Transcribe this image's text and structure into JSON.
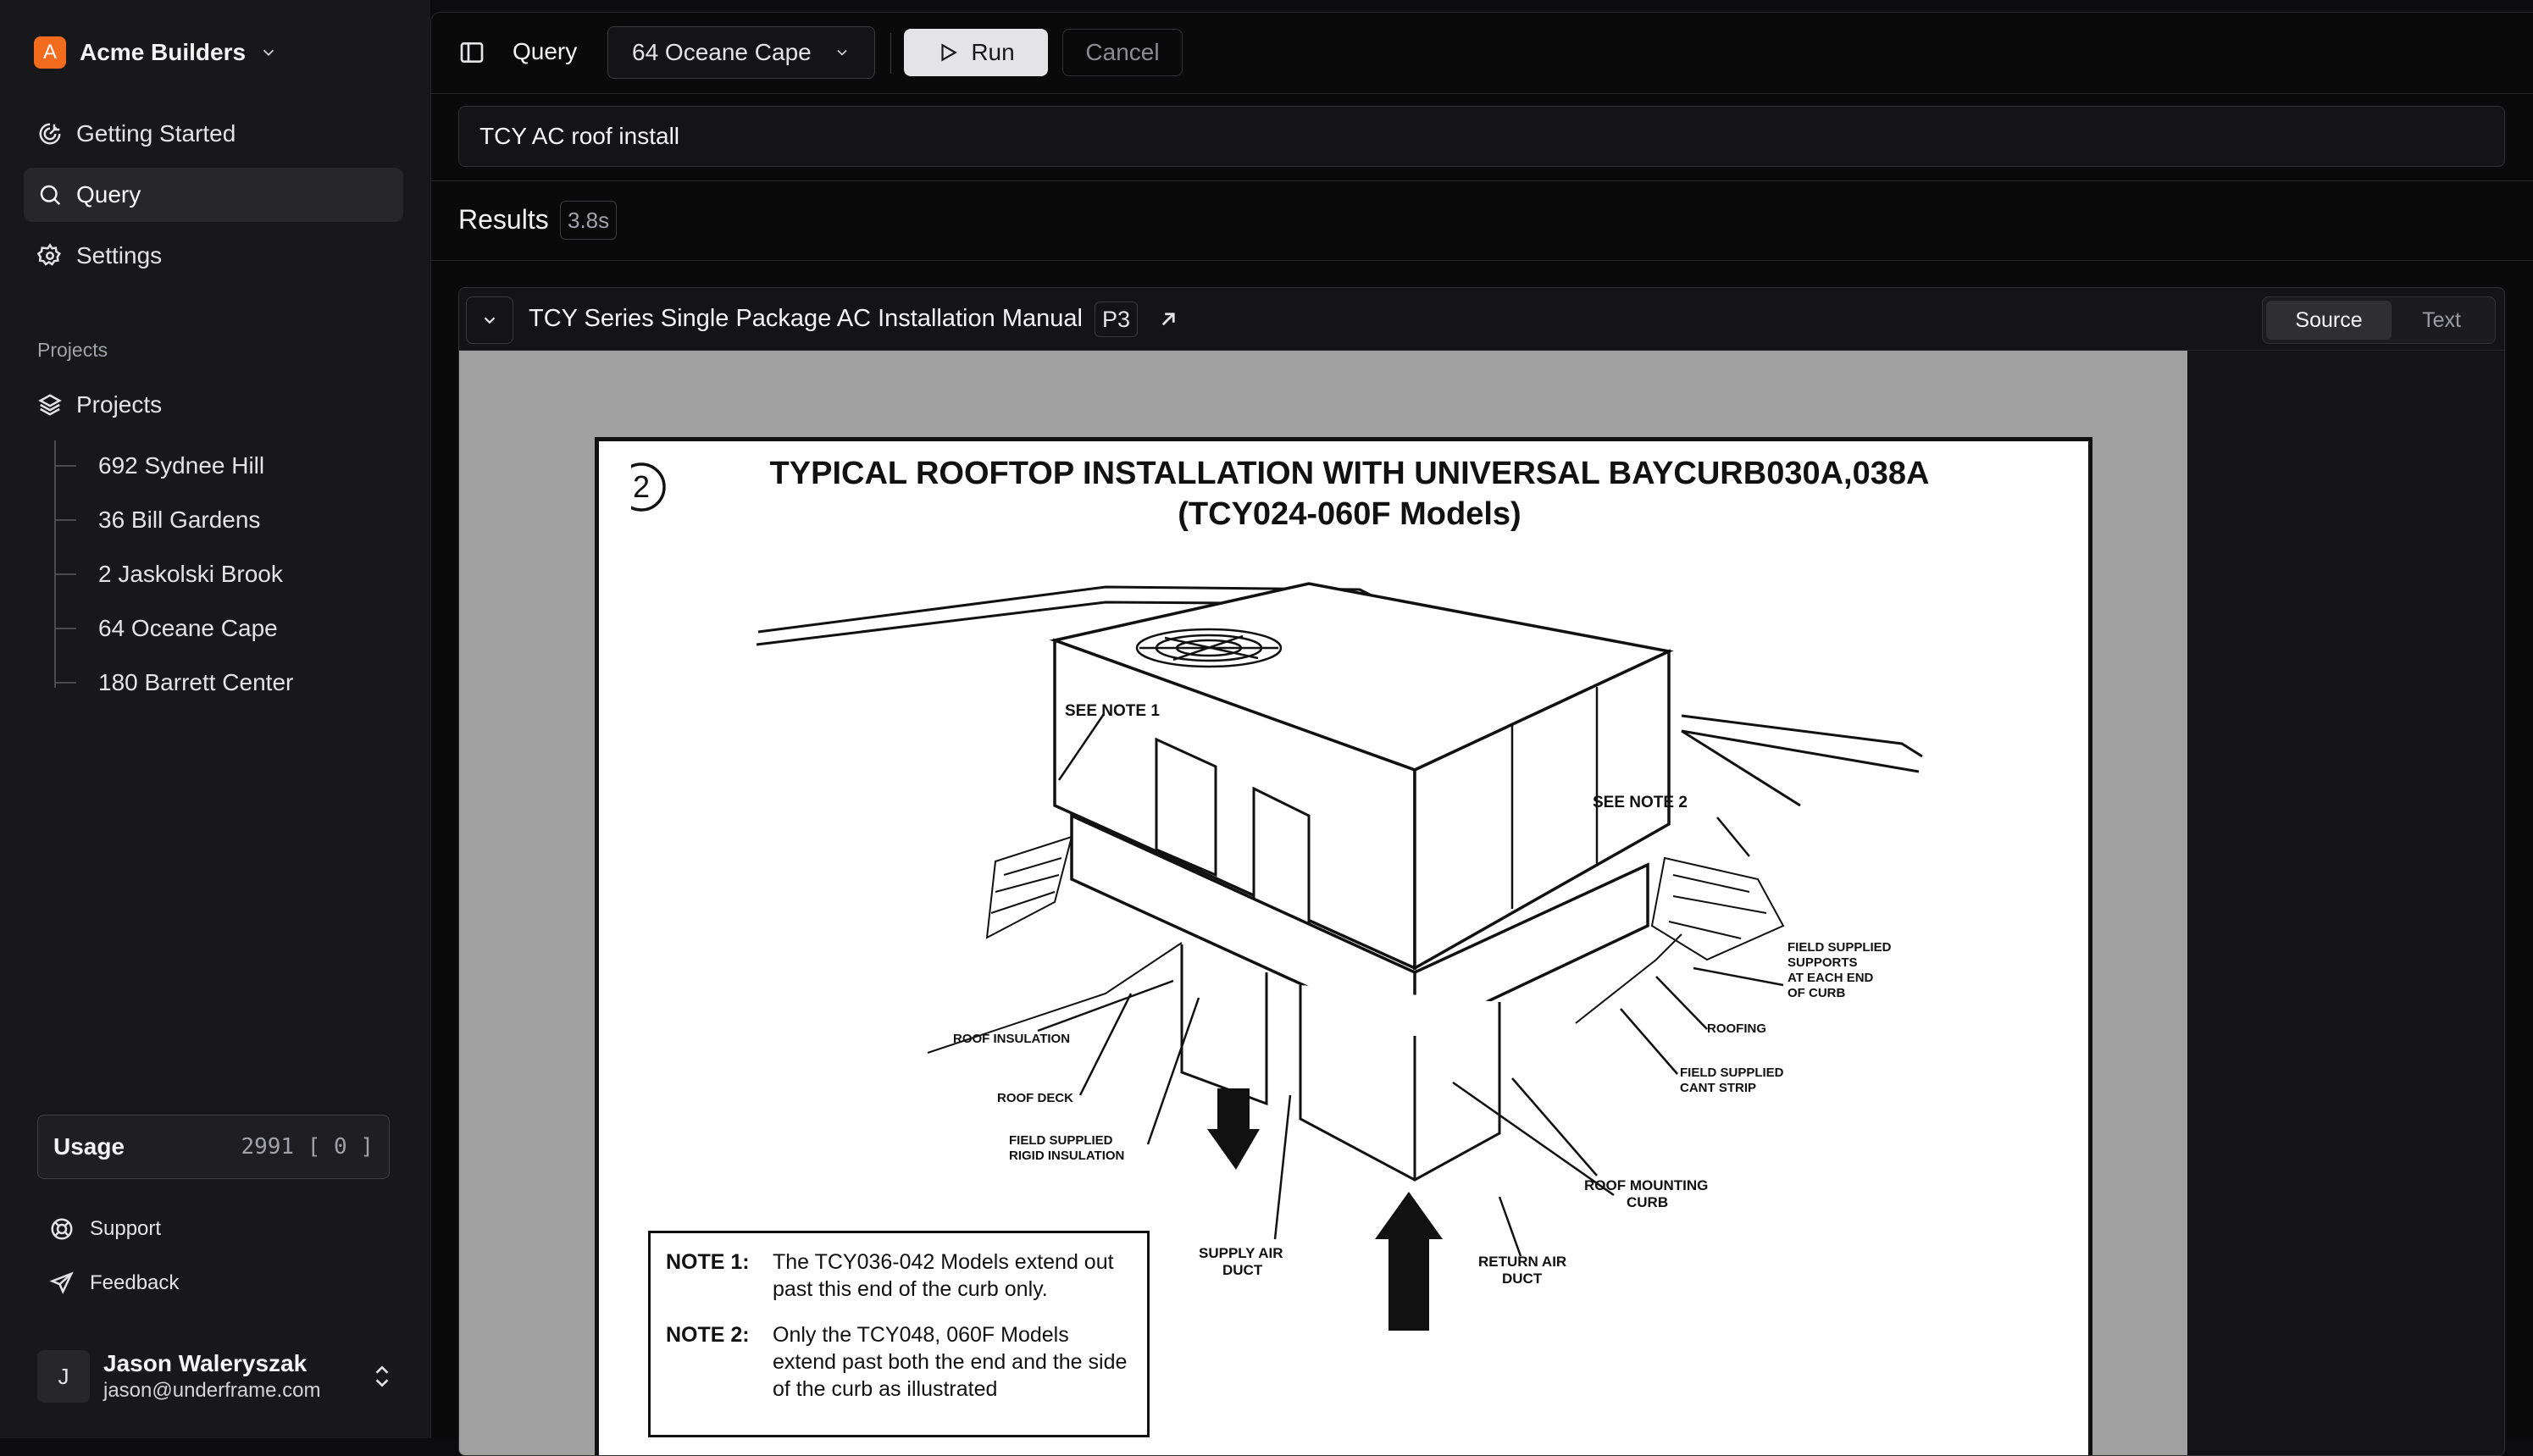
{
  "workspace": {
    "initial": "A",
    "name": "Acme Builders"
  },
  "nav": [
    {
      "label": "Getting Started",
      "icon": "getting-started-icon"
    },
    {
      "label": "Query",
      "icon": "search-icon",
      "active": true
    },
    {
      "label": "Settings",
      "icon": "gear-icon"
    }
  ],
  "projects_section": {
    "heading": "Projects",
    "root_label": "Projects",
    "items": [
      "692 Sydnee Hill",
      "36 Bill Gardens",
      "2 Jaskolski Brook",
      "64 Oceane Cape",
      "180 Barrett Center"
    ]
  },
  "usage": {
    "label": "Usage",
    "value": "2991 [ 0 ]"
  },
  "footer_links": {
    "support": "Support",
    "feedback": "Feedback"
  },
  "user": {
    "initial": "J",
    "name": "Jason Waleryszak",
    "email": "jason@underframe.com"
  },
  "toolbar": {
    "title": "Query",
    "project_select": "64 Oceane Cape",
    "run_label": "Run",
    "cancel_label": "Cancel"
  },
  "query": {
    "value": "TCY AC roof install"
  },
  "results": {
    "label": "Results",
    "timing": "3.8s"
  },
  "result_card": {
    "title": "TCY Series Single Package AC Installation Manual",
    "page_badge": "P3",
    "view_modes": [
      "Source",
      "Text"
    ],
    "active_mode": "Source"
  },
  "document_page": {
    "step_number": "2",
    "title_line1": "TYPICAL ROOFTOP INSTALLATION WITH UNIVERSAL BAYCURB030A,038A",
    "title_line2": "(TCY024-060F Models)",
    "callouts": {
      "see_note_1": "SEE NOTE 1",
      "see_note_2": "SEE NOTE 2",
      "field_supports_1": "FIELD SUPPLIED",
      "field_supports_2": "SUPPORTS",
      "field_supports_3": "AT EACH END",
      "field_supports_4": "OF CURB",
      "roofing": "ROOFING",
      "cant_strip_1": "FIELD SUPPLIED",
      "cant_strip_2": "CANT STRIP",
      "roof_insulation": "ROOF INSULATION",
      "roof_deck": "ROOF DECK",
      "rigid_insulation_1": "FIELD SUPPLIED",
      "rigid_insulation_2": "RIGID INSULATION",
      "roof_mounting_curb_1": "ROOF MOUNTING",
      "roof_mounting_curb_2": "CURB",
      "supply_air_1": "SUPPLY AIR",
      "supply_air_2": "DUCT",
      "return_air_1": "RETURN AIR",
      "return_air_2": "DUCT"
    },
    "notes": [
      {
        "key": "NOTE 1:",
        "line1": "The TCY036-042 Models extend out",
        "line2": "past this end of the curb only."
      },
      {
        "key": "NOTE 2:",
        "line1": "Only the TCY048, 060F Models",
        "line2": "extend past both the end and the side",
        "line3": "of the curb as illustrated"
      }
    ]
  },
  "colors": {
    "accent": "#f36b1c",
    "sidebar_bg": "#18181b",
    "main_bg": "#0a0a0b"
  }
}
